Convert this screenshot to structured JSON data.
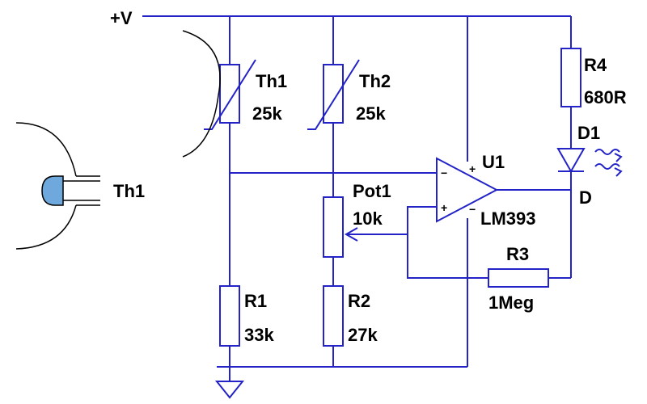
{
  "supply": {
    "label": "+V"
  },
  "components": {
    "th1": {
      "ref": "Th1",
      "value": "25k"
    },
    "th2": {
      "ref": "Th2",
      "value": "25k"
    },
    "pot1": {
      "ref": "Pot1",
      "value": "10k"
    },
    "r1": {
      "ref": "R1",
      "value": "33k"
    },
    "r2": {
      "ref": "R2",
      "value": "27k"
    },
    "r3": {
      "ref": "R3",
      "value": "1Meg"
    },
    "r4": {
      "ref": "R4",
      "value": "680R"
    },
    "d1": {
      "ref": "D1",
      "net": "D"
    },
    "u1": {
      "ref": "U1",
      "part": "LM393",
      "pins": {
        "plus": "+",
        "minus": "−"
      }
    },
    "probe": {
      "ref": "Th1"
    }
  },
  "colors": {
    "wire": "#2323c8",
    "probe_tip": "#6fa8dc",
    "text": "#000000"
  }
}
